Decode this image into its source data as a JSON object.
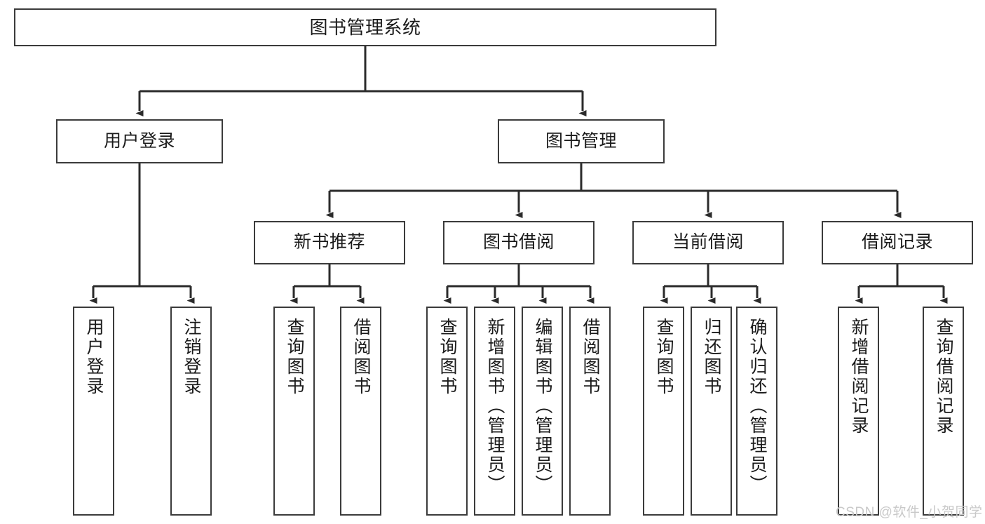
{
  "diagram": {
    "title": "图书管理系统",
    "type": "tree-hierarchy-diagram",
    "watermark": "CSDN @软件_小贺同学",
    "colors": {
      "background": "#ffffff",
      "box_border": "#3b3b3b",
      "box_fill": "#ffffff",
      "connector": "#2b2b2b",
      "text": "#1a1a1a",
      "watermark": "#c9c9c9"
    },
    "nodes": {
      "root": {
        "label": "图书管理系统"
      },
      "level2": [
        {
          "label": "用户登录"
        },
        {
          "label": "图书管理"
        }
      ],
      "level3": [
        {
          "label": "新书推荐"
        },
        {
          "label": "图书借阅"
        },
        {
          "label": "当前借阅"
        },
        {
          "label": "借阅记录"
        }
      ],
      "leaves_user_login": [
        {
          "label": "用户登录"
        },
        {
          "label": "注销登录"
        }
      ],
      "leaves_new_books": [
        {
          "label": "查询图书"
        },
        {
          "label": "借阅图书"
        }
      ],
      "leaves_borrow": [
        {
          "label": "查询图书"
        },
        {
          "label": "新增图书（管理员）"
        },
        {
          "label": "编辑图书（管理员）"
        },
        {
          "label": "借阅图书"
        }
      ],
      "leaves_current": [
        {
          "label": "查询图书"
        },
        {
          "label": "归还图书"
        },
        {
          "label": "确认归还（管理员）"
        }
      ],
      "leaves_records": [
        {
          "label": "新增借阅记录"
        },
        {
          "label": "查询借阅记录"
        }
      ]
    }
  }
}
